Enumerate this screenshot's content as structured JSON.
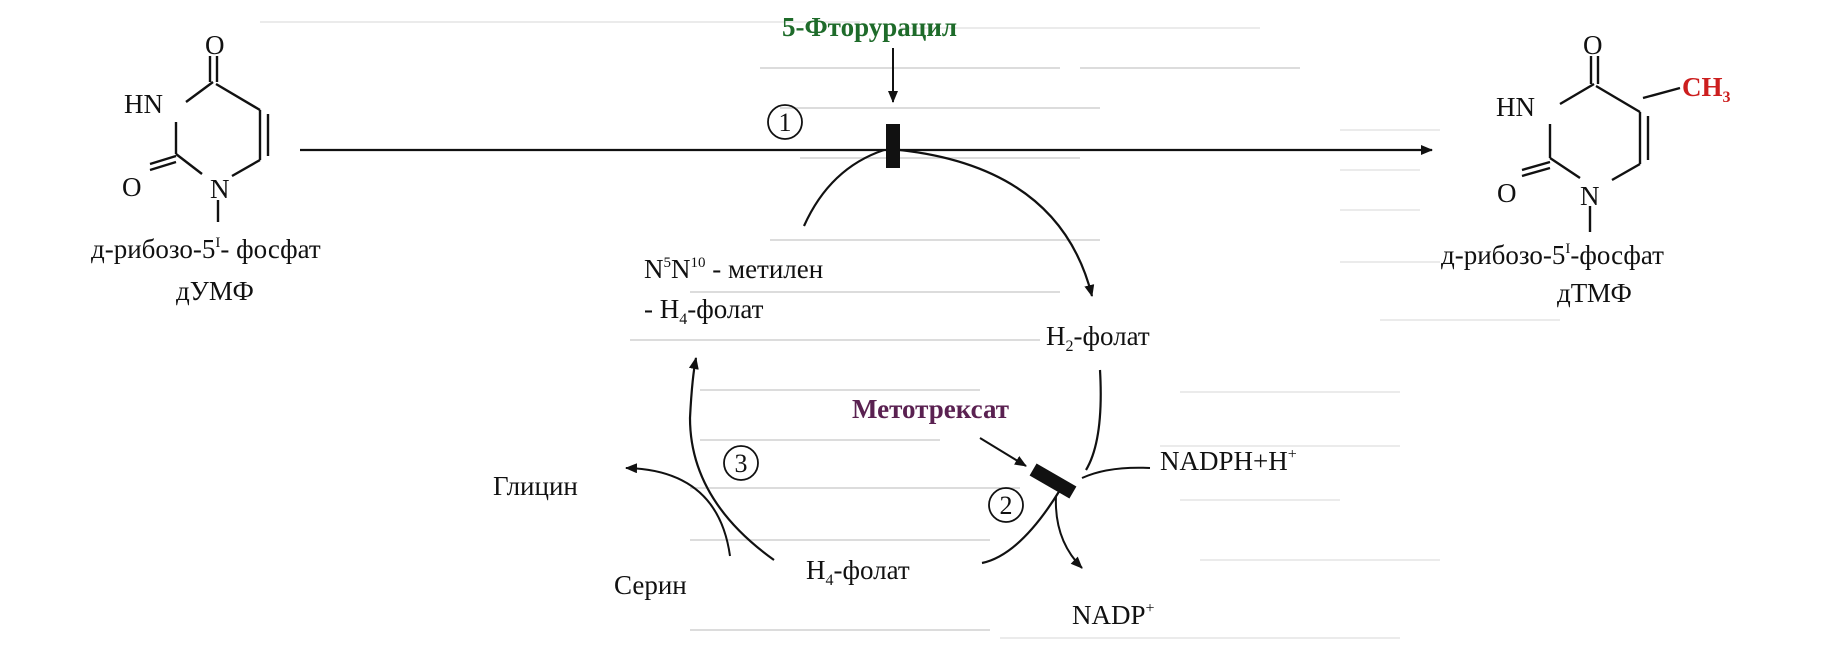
{
  "title": "5-Фторурацил",
  "colors": {
    "title": "#1e6b2a",
    "inhibitor": "#5a2151",
    "methyl": "#cc1e1e",
    "ink": "#111111",
    "ghost": "#dcdcdc"
  },
  "substrate": {
    "hn": "HN",
    "o_top": "O",
    "o_left": "O",
    "n": "N",
    "sugar_prefix": "д-рибозо-5",
    "sugar_sup": "I",
    "sugar_suffix": "- фосфат",
    "name": "дУМФ"
  },
  "product": {
    "hn": "HN",
    "o_top": "O",
    "o_left": "O",
    "n": "N",
    "methyl_ch": "CH",
    "methyl_sub": "3",
    "sugar_prefix": "д-рибозо-5",
    "sugar_sup": "I",
    "sugar_suffix": "-фосфат",
    "name": "дТМФ"
  },
  "cycle": {
    "methylene_line1_a": "N",
    "methylene_line1_sup1": "5",
    "methylene_line1_b": "N",
    "methylene_line1_sup2": "10",
    "methylene_line1_c": " - метилен",
    "methylene_line2_a": "- H",
    "methylene_line2_sub": "4",
    "methylene_line2_b": "-фолат",
    "h2_a": "H",
    "h2_sub": "2",
    "h2_b": "-фолат",
    "h4_a": "H",
    "h4_sub": "4",
    "h4_b": "-фолат",
    "methotrexate": "Метотрексат",
    "nadph": "NADPH+H",
    "nadph_sup": "+",
    "nadp": "NADP",
    "nadp_sup": "+",
    "glycine": "Глицин",
    "serine": "Серин"
  },
  "steps": [
    "1",
    "2",
    "3"
  ]
}
